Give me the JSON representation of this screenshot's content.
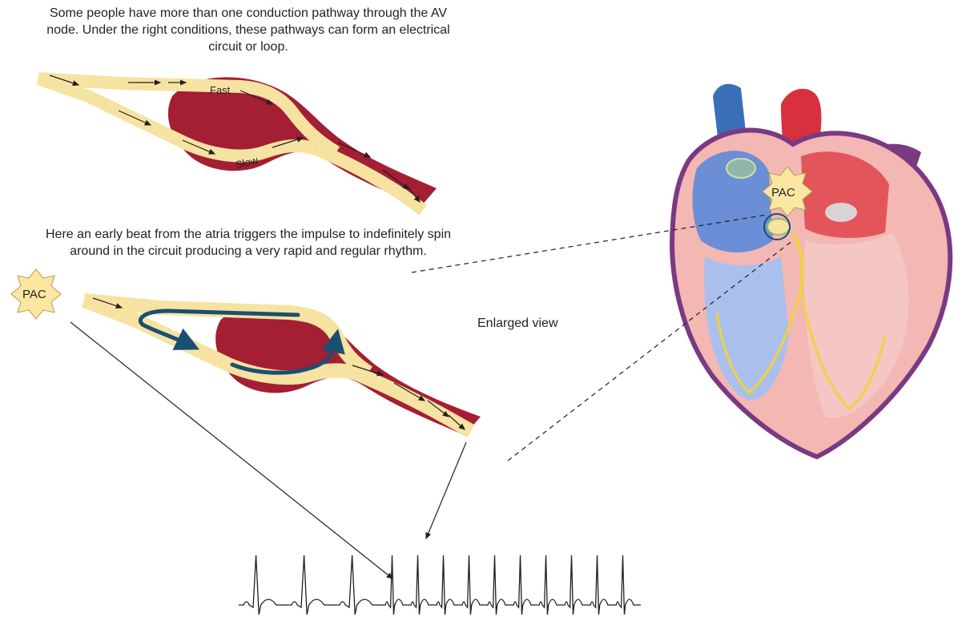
{
  "captions": {
    "top": "Some people have more than one conduction pathway through the AV node. Under the right conditions, these pathways can form an electrical circuit or loop.",
    "middle": "Here an early beat from the atria triggers the impulse to indefinitely spin around in the circuit producing a very rapid and regular rhythm.",
    "enlarged": "Enlarged view"
  },
  "labels": {
    "fast": "Fast",
    "slow": "Slow",
    "pac_left": "PAC",
    "pac_heart": "PAC"
  },
  "colors": {
    "muscle": "#a41e34",
    "pathway": "#f6e3a1",
    "loop_arrow": "#1b4f72",
    "star": "#fbe7a1",
    "ecg": "#231f20"
  },
  "ecg": {
    "type": "rhythm-strip",
    "beats_normal": 3,
    "beats_rapid": 10
  }
}
